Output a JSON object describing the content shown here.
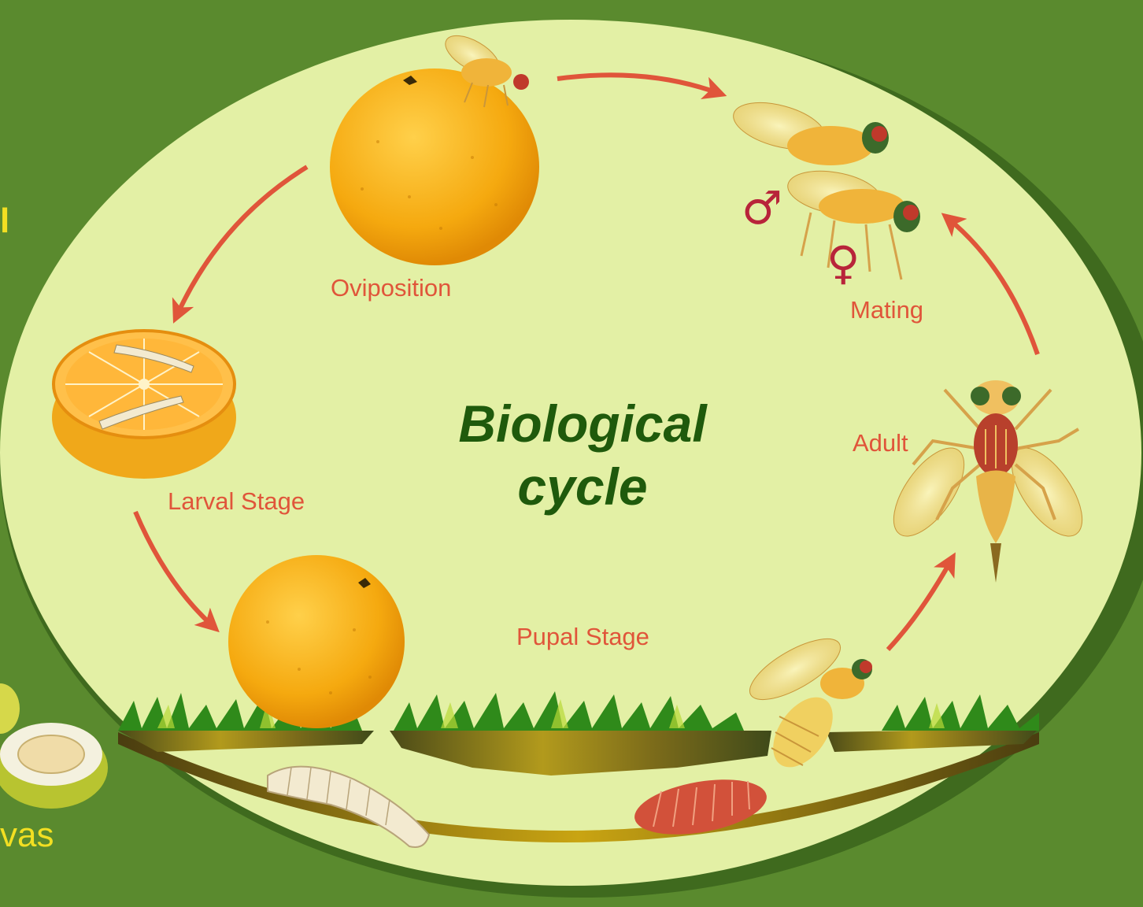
{
  "title": {
    "line1": "Biological",
    "line2": "cycle"
  },
  "stages": {
    "oviposition": "Oviposition",
    "mating": "Mating",
    "larval": "Larval Stage",
    "adult": "Adult",
    "pupal": "Pupal Stage"
  },
  "symbols": {
    "male": "♂",
    "female": "♀"
  },
  "edge_text": {
    "left_fragment": "l",
    "bottom_fragment": "vas"
  },
  "colors": {
    "background": "#5a8a2e",
    "ellipse": "#e3f0a5",
    "arrow": "#e0553a",
    "title": "#1f5a0c",
    "label": "#e0553a",
    "orange": "#f5a90f",
    "edge_text": "#f2df22"
  }
}
